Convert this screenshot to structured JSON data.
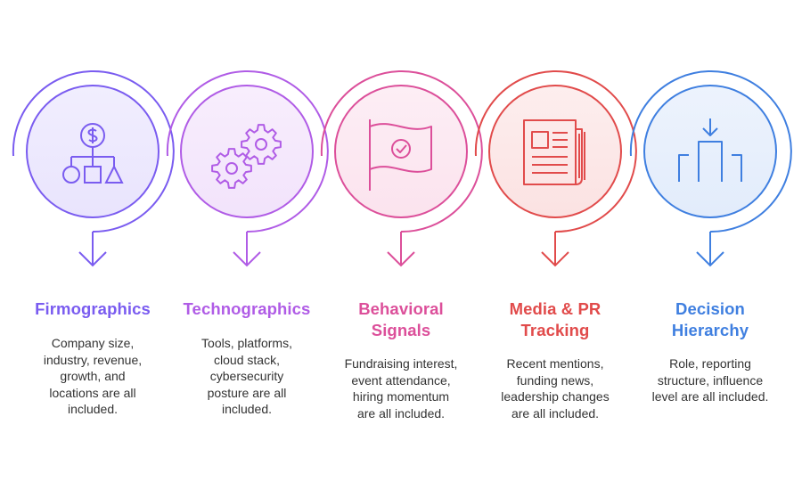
{
  "colors": {
    "firmographics": "#7a5cf0",
    "technographics": "#b05ce6",
    "behavioral": "#dc4f9a",
    "media": "#e14b4b",
    "decision": "#3f7fe0"
  },
  "steps": [
    {
      "icon": "org-chart-dollar-icon",
      "title_lines": [
        "Firmographics"
      ],
      "desc_lines": [
        "Company size,",
        "industry, revenue,",
        "growth, and",
        "locations are all",
        "included."
      ]
    },
    {
      "icon": "gears-icon",
      "title_lines": [
        "Technographics"
      ],
      "desc_lines": [
        "Tools, platforms,",
        "cloud stack,",
        "cybersecurity",
        "posture are all",
        "included."
      ]
    },
    {
      "icon": "flag-check-icon",
      "title_lines": [
        "Behavioral",
        "Signals"
      ],
      "desc_lines": [
        "Fundraising interest,",
        "event attendance,",
        "hiring momentum",
        "are all included."
      ]
    },
    {
      "icon": "newspaper-icon",
      "title_lines": [
        "Media & PR",
        "Tracking"
      ],
      "desc_lines": [
        "Recent mentions,",
        "funding news,",
        "leadership changes",
        "are all included."
      ]
    },
    {
      "icon": "hierarchy-arrow-icon",
      "title_lines": [
        "Decision",
        "Hierarchy"
      ],
      "desc_lines": [
        "Role, reporting",
        "structure, influence",
        "level are all included."
      ]
    }
  ]
}
